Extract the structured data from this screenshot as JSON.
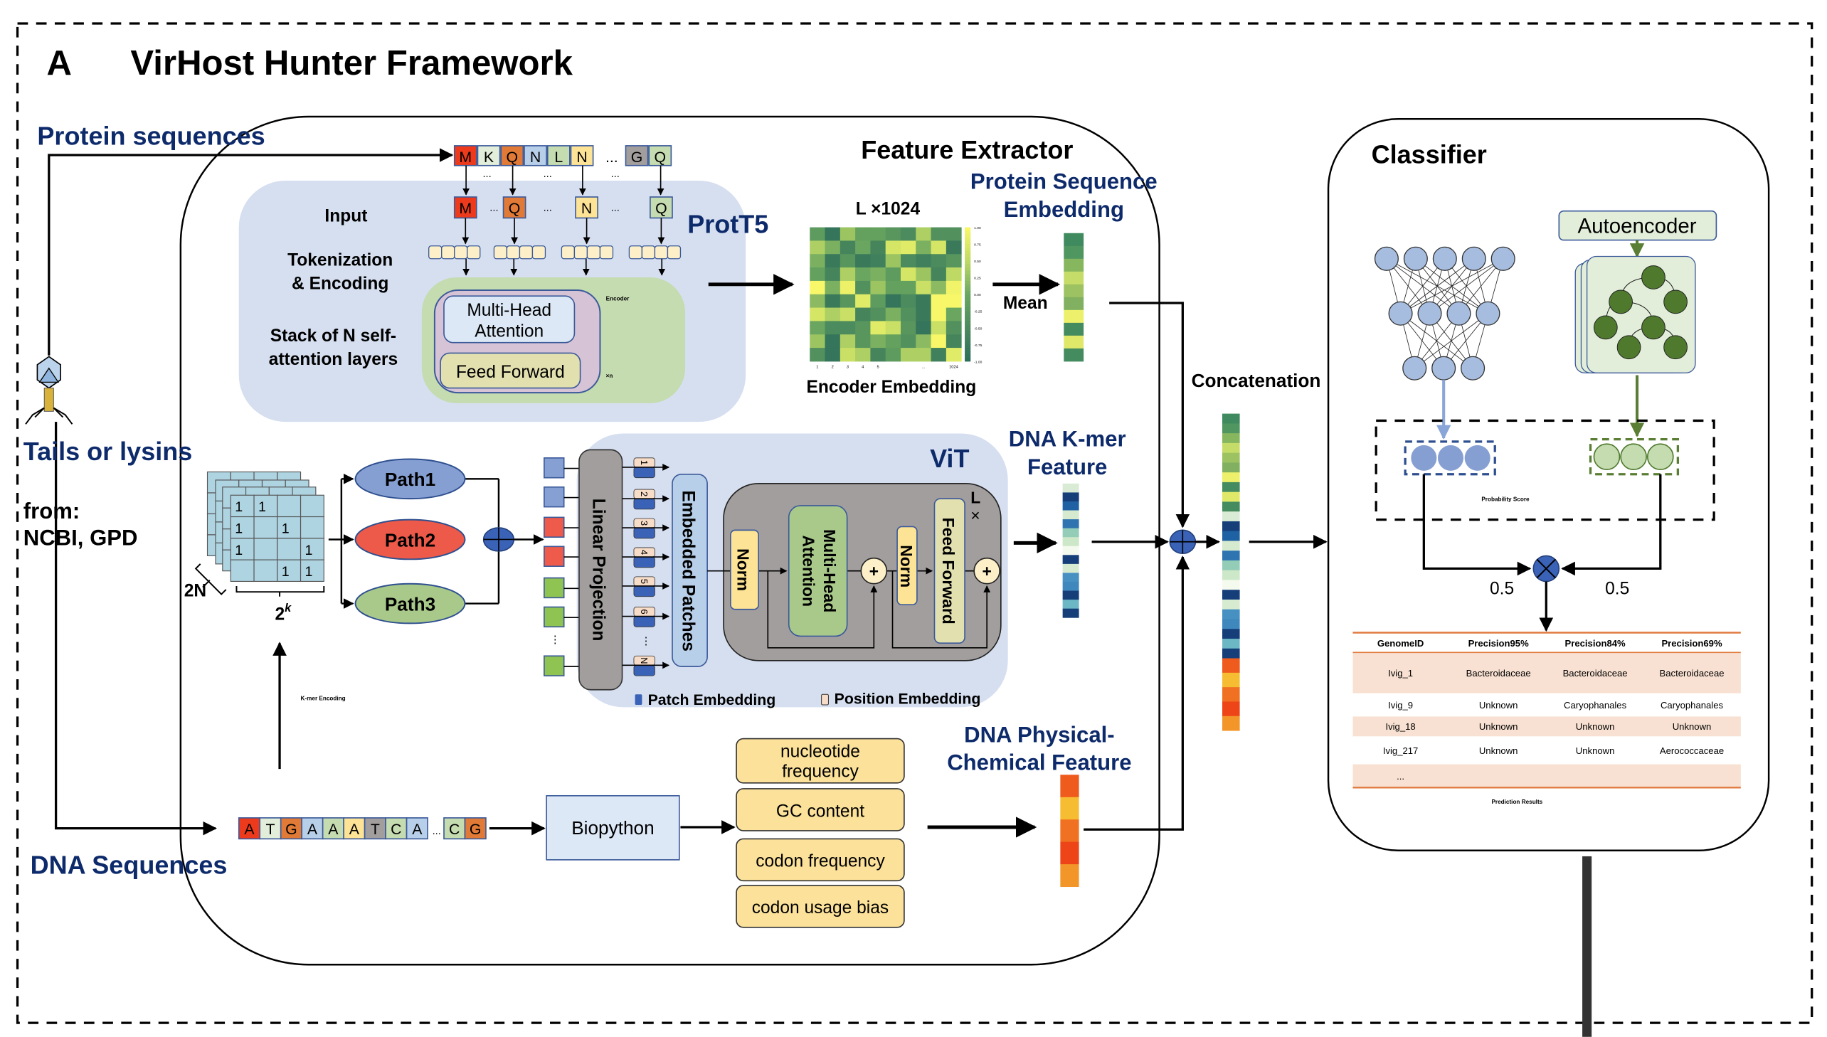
{
  "title": {
    "panel_letter": "A",
    "text": "VirHost Hunter Framework"
  },
  "inputs": {
    "protein_sequences": "Protein sequences",
    "tails_or_lysins": "Tails or lysins",
    "from": "from:",
    "sources": "NCBI, GPD",
    "dna_sequences": "DNA Sequences"
  },
  "feature_extractor": {
    "title": "Feature Extractor",
    "protein_seq": [
      "M",
      "K",
      "Q",
      "N",
      "L",
      "N",
      "G",
      "Q"
    ],
    "protein_seq_colors": [
      "#ee3a1c",
      "#e2eed9",
      "#e07a36",
      "#b8cfe9",
      "#c5dbb0",
      "#fde395",
      "#a39e9e",
      "#c5dbb0"
    ],
    "selected_tokens": [
      "M",
      "Q",
      "N",
      "Q"
    ],
    "selected_token_colors": [
      "#ee3a1c",
      "#e07a36",
      "#fde395",
      "#c5dbb0"
    ],
    "ellipsis": "...",
    "prott5": {
      "label": "ProtT5",
      "input": "Input",
      "tokenization": [
        "Tokenization",
        "& Encoding"
      ],
      "stack": [
        "Stack of N self-",
        "attention layers"
      ],
      "multi_head_attention": [
        "Multi-Head",
        "Attention"
      ],
      "feed_forward": "Feed Forward",
      "encoder": "Encoder",
      "times_n": "×n"
    },
    "heatmap": {
      "dims_label": "L ×1024",
      "caption": "Encoder Embedding",
      "x_ticks": [
        "1",
        "2",
        "3",
        "4",
        "5",
        "...",
        "1024"
      ],
      "colorbar_ticks": [
        "1.00",
        "0.75",
        "0.50",
        "0.25",
        "0.00",
        "-0.25",
        "-0.50",
        "-0.75",
        "-1.00"
      ],
      "range": [
        -1,
        1
      ],
      "values": [
        [
          -0.2,
          -0.9,
          0.3,
          -0.1,
          -0.1,
          -0.3,
          -0.5,
          0.4,
          -0.4,
          -0.4
        ],
        [
          0.4,
          0.1,
          -0.6,
          0.0,
          -0.6,
          0.7,
          0.8,
          0.1,
          0.7,
          -0.8
        ],
        [
          0.1,
          -0.8,
          -0.3,
          -0.8,
          -0.7,
          0.3,
          -0.5,
          -0.7,
          -0.5,
          -0.3
        ],
        [
          -0.1,
          -0.6,
          0.4,
          0.0,
          0.1,
          -0.2,
          0.7,
          0.3,
          -0.6,
          0.5
        ],
        [
          1.0,
          0.1,
          0.9,
          -0.4,
          0.3,
          -0.1,
          -0.1,
          0.6,
          0.2,
          0.95
        ],
        [
          0.2,
          -0.8,
          -0.3,
          0.8,
          -0.2,
          -0.9,
          -0.5,
          -0.8,
          1.0,
          1.0
        ],
        [
          0.7,
          0.4,
          0.6,
          -0.6,
          -0.4,
          0.1,
          -0.4,
          -0.8,
          1.0,
          0.0
        ],
        [
          0.0,
          -0.5,
          -0.5,
          -0.3,
          0.8,
          0.6,
          -0.3,
          -0.9,
          0.6,
          -0.4
        ],
        [
          0.3,
          -0.9,
          0.4,
          -0.3,
          0.1,
          -0.1,
          -0.4,
          0.2,
          1.0,
          -0.6
        ],
        [
          -0.4,
          -0.9,
          0.6,
          0.4,
          -0.6,
          -0.2,
          0.4,
          0.4,
          -0.7,
          0.8
        ]
      ]
    },
    "mean": "Mean",
    "protein_embedding": {
      "label": [
        "Protein Sequence",
        "Embedding"
      ],
      "colors": [
        "#3f8a5e",
        "#4f9660",
        "#86b65e",
        "#c6dc68",
        "#9dc262",
        "#80b060",
        "#ecf06a",
        "#448b5f",
        "#e0e86a",
        "#448b5f"
      ]
    },
    "kmer": {
      "grid_values": [
        [
          "1",
          "1",
          "",
          ""
        ],
        [
          "1",
          "",
          "1",
          ""
        ],
        [
          "1",
          "",
          "",
          "1"
        ],
        [
          "",
          "",
          "1",
          "1"
        ]
      ],
      "rows_label": "2N",
      "cols_label_base": "2",
      "cols_label_exp": "k",
      "encoding_label": "K-mer Encoding",
      "paths": [
        {
          "label": "Path1",
          "color": "#869fd2"
        },
        {
          "label": "Path2",
          "color": "#ee5a4a"
        },
        {
          "label": "Path3",
          "color": "#a9c98b"
        }
      ],
      "feature_label": [
        "DNA K-mer",
        "Feature"
      ],
      "feature_colors": [
        "#d9ebd5",
        "#163f7a",
        "#1f62a3",
        "#d6ead0",
        "#2e74b0",
        "#93cdb8",
        "#cde8c8",
        "#f5faef",
        "#163f7a",
        "#d6ebd0",
        "#4690c2",
        "#3f88bd",
        "#163f7a",
        "#6cb7c4",
        "#163f7a"
      ]
    },
    "vit": {
      "label": "ViT",
      "patch_colors": [
        "#86a0d3",
        "#86a0d3",
        "#ef5b4b",
        "#ef5b4b",
        "#8fc352",
        "#8fc352",
        "#8fc352"
      ],
      "linear_projection": "Linear Projection",
      "tokens": [
        "1",
        "2",
        "3",
        "4",
        "5",
        "6",
        "N"
      ],
      "embedded_patches": "Embedded Patches",
      "norm": "Norm",
      "multi_head_attention": [
        "Multi-Head",
        "Attention"
      ],
      "feed_forward": "Feed Forward",
      "plus": "+",
      "l_times": [
        "L",
        "×"
      ],
      "legend_patch": "Patch Embedding",
      "legend_position": "Position Embedding"
    },
    "dna_seq": [
      "A",
      "T",
      "G",
      "A",
      "A",
      "A",
      "T",
      "C",
      "A",
      "C",
      "G"
    ],
    "dna_seq_colors": [
      "#ee3a1c",
      "#e2eed9",
      "#e07a36",
      "#b8cfe9",
      "#c5dbb0",
      "#fde395",
      "#a39e9e",
      "#c5dbb0",
      "#b8cfe9",
      "#c5dbb0",
      "#e07a36"
    ],
    "biopython": "Biopython",
    "physchem_items": [
      [
        "nucleotide",
        "frequency"
      ],
      [
        "GC content"
      ],
      [
        "codon frequency"
      ],
      [
        "codon usage bias"
      ]
    ],
    "physchem_feature": {
      "label": [
        "DNA Physical-",
        "Chemical Feature"
      ],
      "colors": [
        "#ef5a1d",
        "#f7bd32",
        "#f07122",
        "#ee4518",
        "#f3962a"
      ]
    },
    "concatenation": {
      "label": "Concatenation"
    }
  },
  "classifier": {
    "title": "Classifier",
    "autoencoder": "Autoencoder",
    "probability_score": "Probability Score",
    "weights": [
      "0.5",
      "0.5"
    ],
    "table": {
      "headers": [
        "GenomeID",
        "Precision95%",
        "Precision84%",
        "Precision69%"
      ],
      "rows": [
        [
          "Ivig_1",
          "Bacteroidaceae",
          "Bacteroidaceae",
          "Bacteroidaceae"
        ],
        [
          "Ivig_9",
          "Unknown",
          "Caryophanales",
          "Caryophanales"
        ],
        [
          "Ivig_18",
          "Unknown",
          "Unknown",
          "Unknown"
        ],
        [
          "Ivig_217",
          "Unknown",
          "Unknown",
          "Aerococcaceae"
        ],
        [
          "...",
          "",
          "",
          ""
        ]
      ],
      "caption": "Prediction Results"
    }
  },
  "colors": {
    "title_blue": "#0d2a6b",
    "panel_bg": "#d6dff0",
    "accent_orange": "#e07a3f",
    "row_shade": "#f8e1d2",
    "merge_blue": "#3a63b8"
  }
}
